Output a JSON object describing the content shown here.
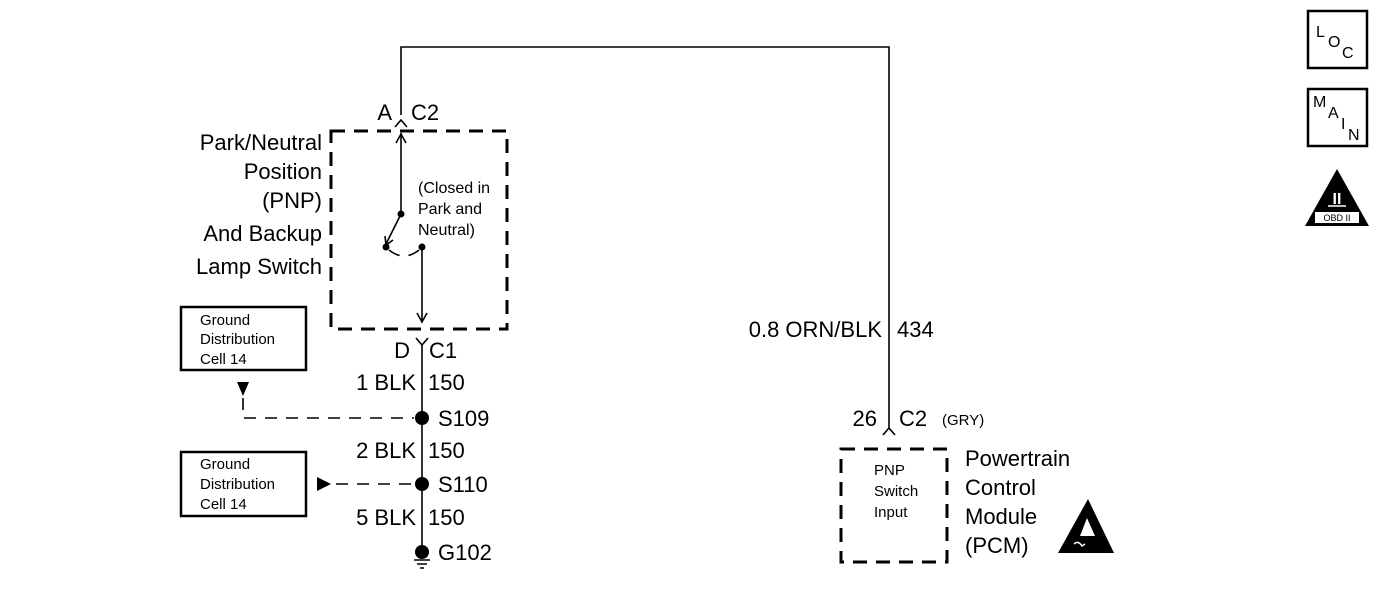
{
  "switch": {
    "name_lines": [
      "Park/Neutral",
      "Position",
      "(PNP)",
      "And Backup",
      "Lamp Switch"
    ],
    "note_lines": [
      "(Closed in",
      "Park and",
      "Neutral)"
    ],
    "top_connector": {
      "pin": "A",
      "conn": "C2"
    },
    "bottom_connector": {
      "pin": "D",
      "conn": "C1"
    }
  },
  "ground_refs": [
    {
      "lines": [
        "Ground",
        "Distribution",
        "Cell 14"
      ]
    },
    {
      "lines": [
        "Ground",
        "Distribution",
        "Cell 14"
      ]
    }
  ],
  "circuits": [
    {
      "wire": "1 BLK",
      "number": "150"
    },
    {
      "wire": "2 BLK",
      "number": "150"
    },
    {
      "wire": "5 BLK",
      "number": "150"
    },
    {
      "wire": "0.8 ORN/BLK",
      "number": "434"
    }
  ],
  "splices": [
    "S109",
    "S110"
  ],
  "ground": "G102",
  "pcm": {
    "connector": {
      "pin": "26",
      "conn": "C2",
      "color": "(GRY)"
    },
    "input_lines": [
      "PNP",
      "Switch",
      "Input"
    ],
    "name_lines": [
      "Powertrain",
      "Control",
      "Module",
      "(PCM)"
    ]
  },
  "nav_icons": [
    {
      "icon": "loc-icon",
      "letters": [
        "L",
        "O",
        "C"
      ]
    },
    {
      "icon": "main-icon",
      "letters": [
        "M",
        "A",
        "I",
        "N"
      ]
    },
    {
      "icon": "obd-ii-icon",
      "numeral": "II",
      "label": "OBD II"
    }
  ]
}
